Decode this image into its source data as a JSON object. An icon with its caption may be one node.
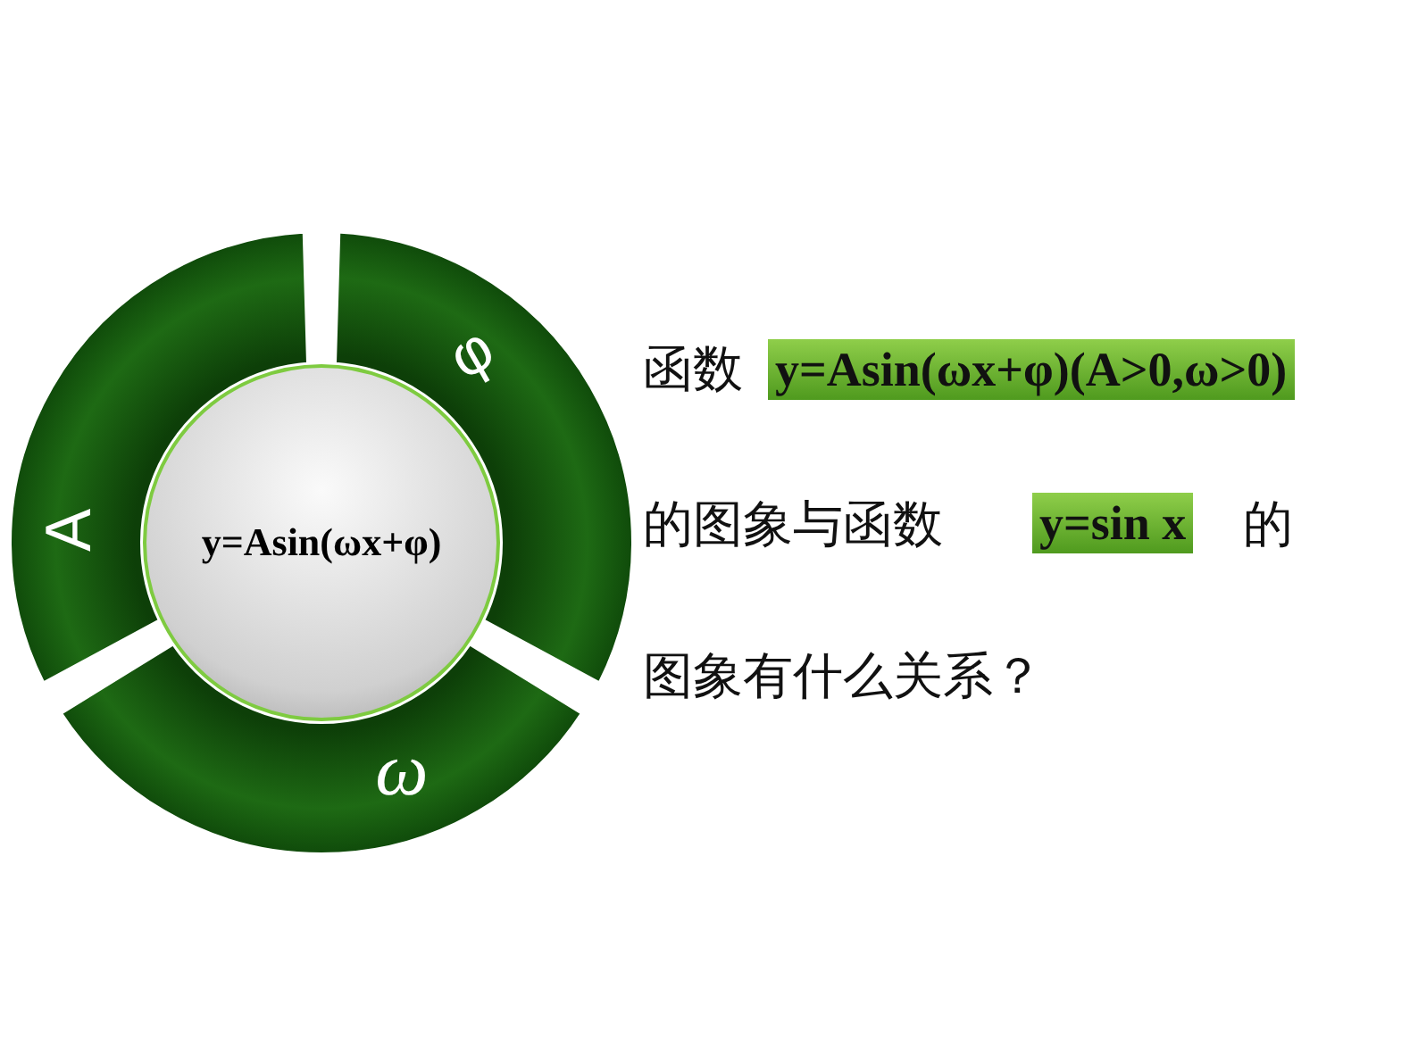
{
  "diagram": {
    "nodes": [
      {
        "text": [
          "y=Asin(ωx+φ)"
        ]
      },
      {
        "text": [
          "φ"
        ]
      },
      {
        "text": [
          "ω"
        ]
      },
      {
        "text": [
          "A"
        ]
      },
      {
        "text": [
          "y=Asin(ωx+φ)(A>0,ω>0)"
        ]
      },
      {
        "text": [
          "y=sin x"
        ]
      }
    ],
    "labels": [
      "函数",
      "的图象与函数",
      "的",
      "图象有什么关系？"
    ]
  }
}
